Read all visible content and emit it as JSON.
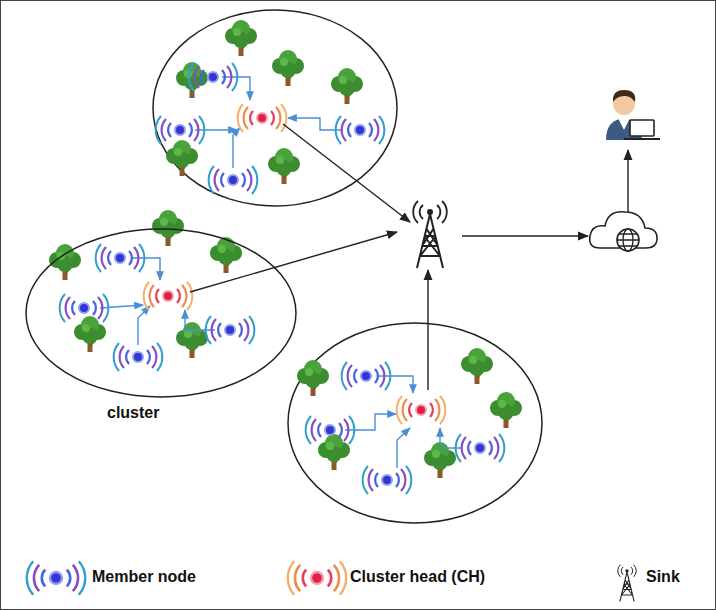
{
  "diagram": {
    "nodes": [
      {
        "text": [
          "cluster"
        ]
      }
    ],
    "legend": [
      {
        "text": "Member node"
      },
      {
        "text": "Cluster head (CH)"
      },
      {
        "text": "Sink"
      }
    ]
  }
}
